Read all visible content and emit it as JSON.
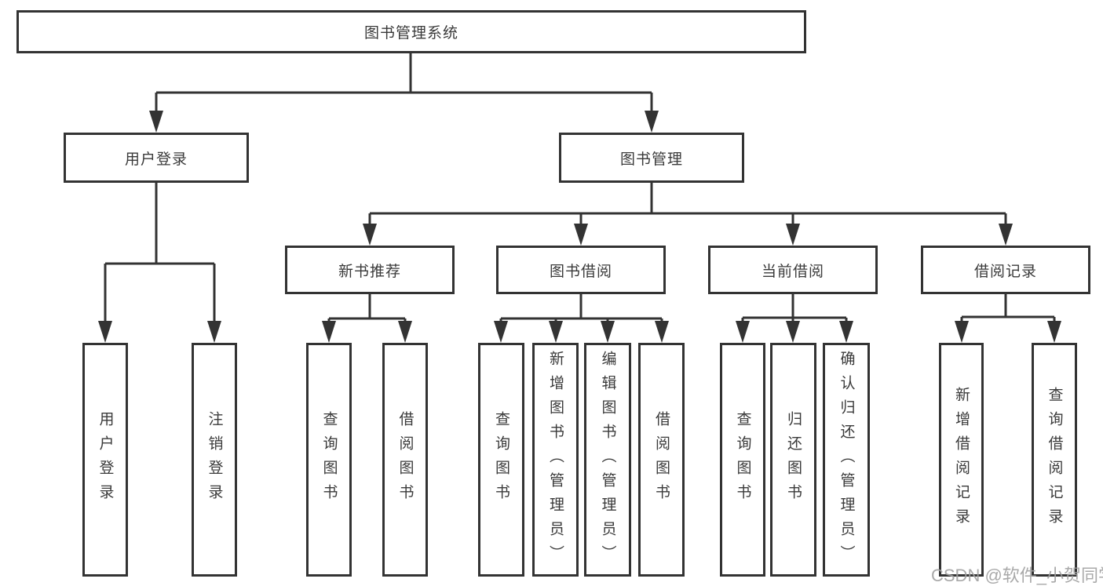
{
  "colors": {
    "line": "#333333",
    "text": "#3a3a3a",
    "box_background": "#ffffff",
    "page_background": "#ffffff",
    "watermark": "#a0a0a0"
  },
  "diagram": {
    "root": {
      "id": "library-management-system",
      "label": "图书管理系统"
    },
    "level2": [
      {
        "id": "user-login",
        "label": "用户登录",
        "parent": "library-management-system"
      },
      {
        "id": "book-management",
        "label": "图书管理",
        "parent": "library-management-system"
      }
    ],
    "level3": [
      {
        "id": "new-book-recommend",
        "label": "新书推荐",
        "parent": "book-management"
      },
      {
        "id": "book-borrow",
        "label": "图书借阅",
        "parent": "book-management"
      },
      {
        "id": "current-borrow",
        "label": "当前借阅",
        "parent": "book-management"
      },
      {
        "id": "borrow-records",
        "label": "借阅记录",
        "parent": "book-management"
      }
    ],
    "leaves": [
      {
        "id": "user-login-action",
        "label": "用户登录",
        "parent": "user-login"
      },
      {
        "id": "logout-action",
        "label": "注销登录",
        "parent": "user-login"
      },
      {
        "id": "newbook-query-books",
        "label": "查询图书",
        "parent": "new-book-recommend"
      },
      {
        "id": "newbook-borrow-books",
        "label": "借阅图书",
        "parent": "new-book-recommend"
      },
      {
        "id": "borrow-query-books",
        "label": "查询图书",
        "parent": "book-borrow"
      },
      {
        "id": "borrow-add-books",
        "label": "新增图书（管理员）",
        "parent": "book-borrow"
      },
      {
        "id": "borrow-edit-books",
        "label": "编辑图书（管理员）",
        "parent": "book-borrow"
      },
      {
        "id": "borrow-borrow-books",
        "label": "借阅图书",
        "parent": "book-borrow"
      },
      {
        "id": "current-query-books",
        "label": "查询图书",
        "parent": "current-borrow"
      },
      {
        "id": "current-return-books",
        "label": "归还图书",
        "parent": "current-borrow"
      },
      {
        "id": "current-confirm-return",
        "label": "确认归还（管理员）",
        "parent": "current-borrow"
      },
      {
        "id": "records-add-record",
        "label": "新增借阅记录",
        "parent": "borrow-records"
      },
      {
        "id": "records-query-record",
        "label": "查询借阅记录",
        "parent": "borrow-records"
      }
    ]
  },
  "watermark": {
    "text": "CSDN @软件_小贺同学"
  }
}
